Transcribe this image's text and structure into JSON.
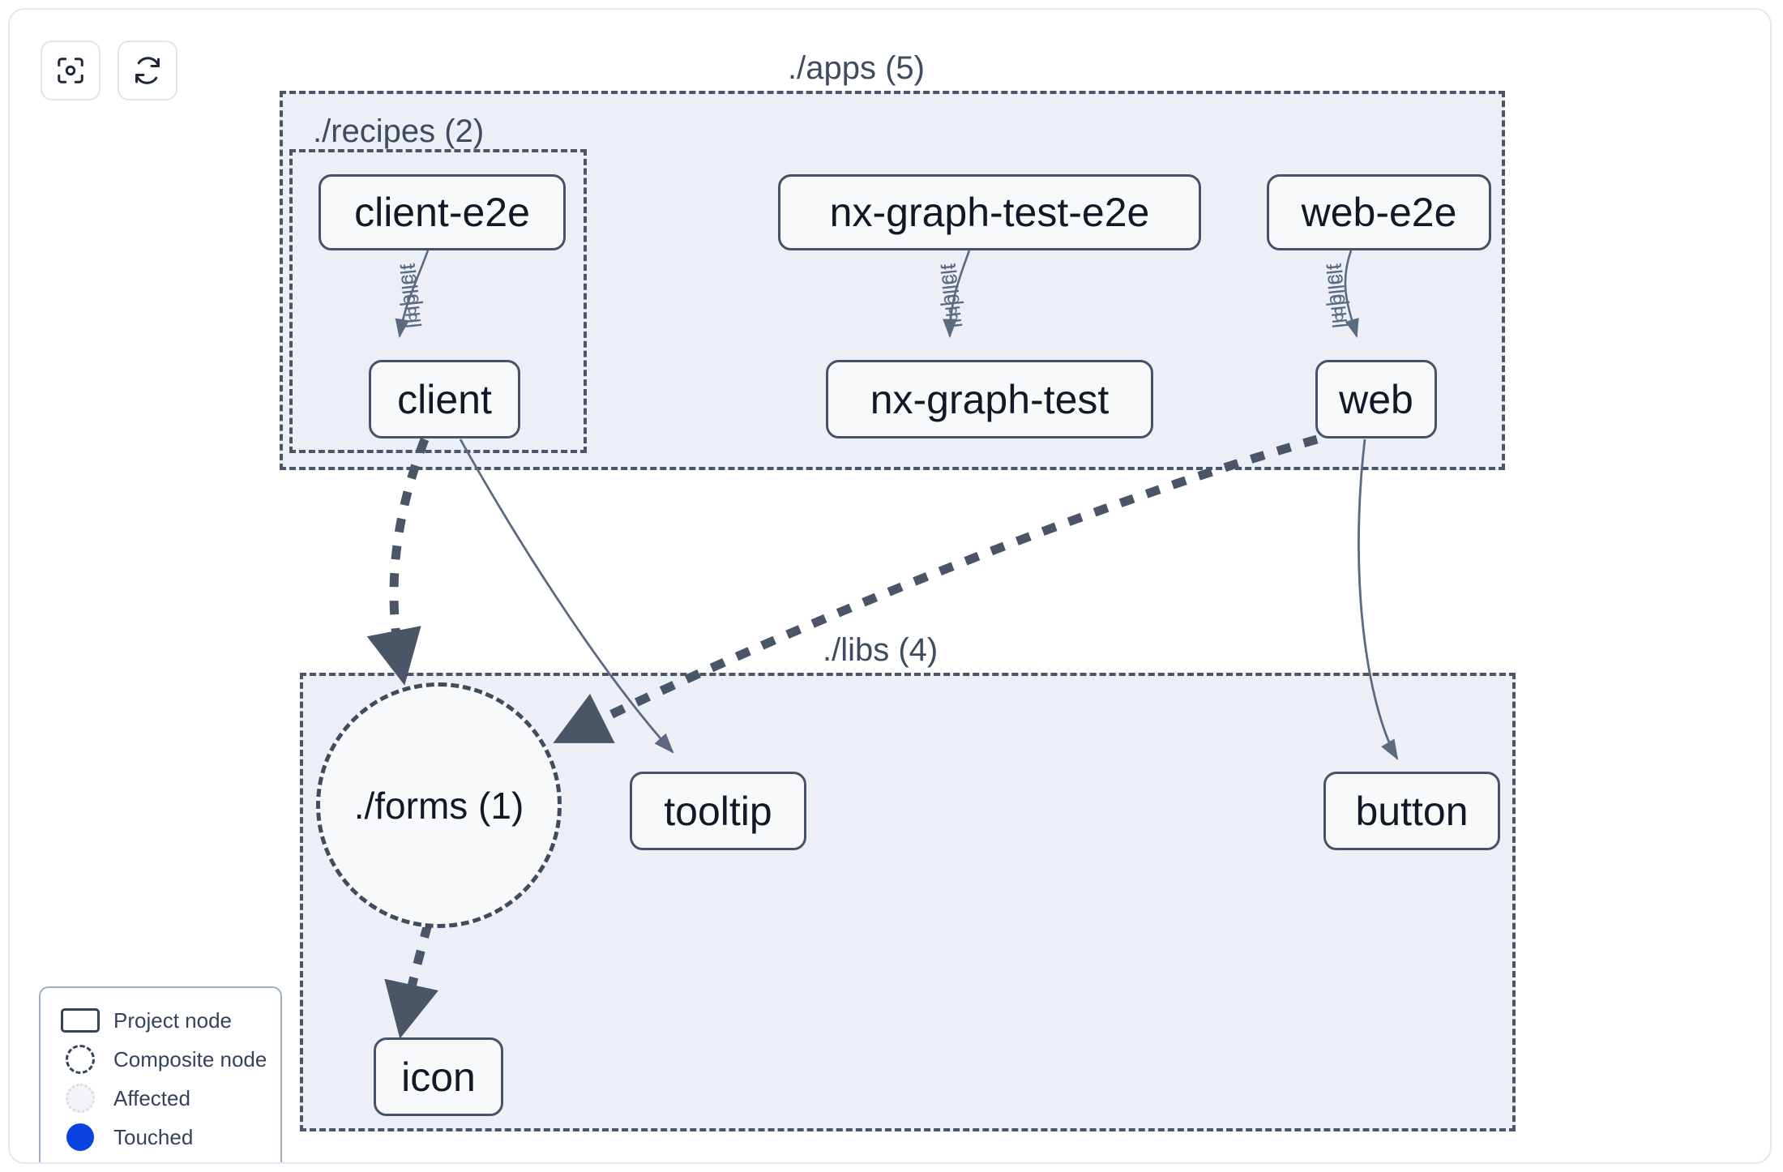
{
  "toolbar": {
    "buttons": [
      {
        "name": "focus-graph-button",
        "icon": "focus-target-icon",
        "title": "Focus graph"
      },
      {
        "name": "refresh-graph-button",
        "icon": "refresh-sync-icon",
        "title": "Refresh graph"
      }
    ]
  },
  "groups": [
    {
      "id": "apps",
      "label": "./apps (5)"
    },
    {
      "id": "recipes",
      "label": "./recipes (2)"
    },
    {
      "id": "libs",
      "label": "./libs (4)"
    }
  ],
  "nodes": [
    {
      "id": "client-e2e",
      "label": "client-e2e",
      "type": "project"
    },
    {
      "id": "nx-graph-test-e2e",
      "label": "nx-graph-test-e2e",
      "type": "project"
    },
    {
      "id": "web-e2e",
      "label": "web-e2e",
      "type": "project"
    },
    {
      "id": "client",
      "label": "client",
      "type": "project"
    },
    {
      "id": "nx-graph-test",
      "label": "nx-graph-test",
      "type": "project"
    },
    {
      "id": "web",
      "label": "web",
      "type": "project"
    },
    {
      "id": "forms",
      "label": "./forms (1)",
      "type": "composite"
    },
    {
      "id": "tooltip",
      "label": "tooltip",
      "type": "project"
    },
    {
      "id": "button",
      "label": "button",
      "type": "project"
    },
    {
      "id": "icon",
      "label": "icon",
      "type": "project"
    }
  ],
  "edges": [
    {
      "from": "client-e2e",
      "to": "client",
      "label": "implicit",
      "style": "implicit"
    },
    {
      "from": "nx-graph-test-e2e",
      "to": "nx-graph-test",
      "label": "implicit",
      "style": "implicit"
    },
    {
      "from": "web-e2e",
      "to": "web",
      "label": "implicit",
      "style": "implicit"
    },
    {
      "from": "client",
      "to": "forms",
      "label": "",
      "style": "dashed"
    },
    {
      "from": "client",
      "to": "tooltip",
      "label": "",
      "style": "solid"
    },
    {
      "from": "web",
      "to": "forms",
      "label": "",
      "style": "dashed"
    },
    {
      "from": "web",
      "to": "button",
      "label": "",
      "style": "solid"
    },
    {
      "from": "forms",
      "to": "icon",
      "label": "",
      "style": "dashed"
    }
  ],
  "legend": {
    "items": [
      {
        "swatch": "project-node-swatch",
        "label": "Project node"
      },
      {
        "swatch": "composite-node-swatch",
        "label": "Composite node"
      },
      {
        "swatch": "affected-swatch",
        "label": "Affected"
      },
      {
        "swatch": "touched-swatch",
        "label": "Touched"
      }
    ]
  },
  "colors": {
    "group_fill": "#eceff5",
    "group_border": "#4a5568",
    "node_fill": "#f7f9fb",
    "node_border": "#45526a",
    "node_text": "#111827",
    "edge": "#4a5568",
    "edge_thin": "#5b6a80",
    "touched": "#0a42e0",
    "canvas": "#ffffff"
  }
}
